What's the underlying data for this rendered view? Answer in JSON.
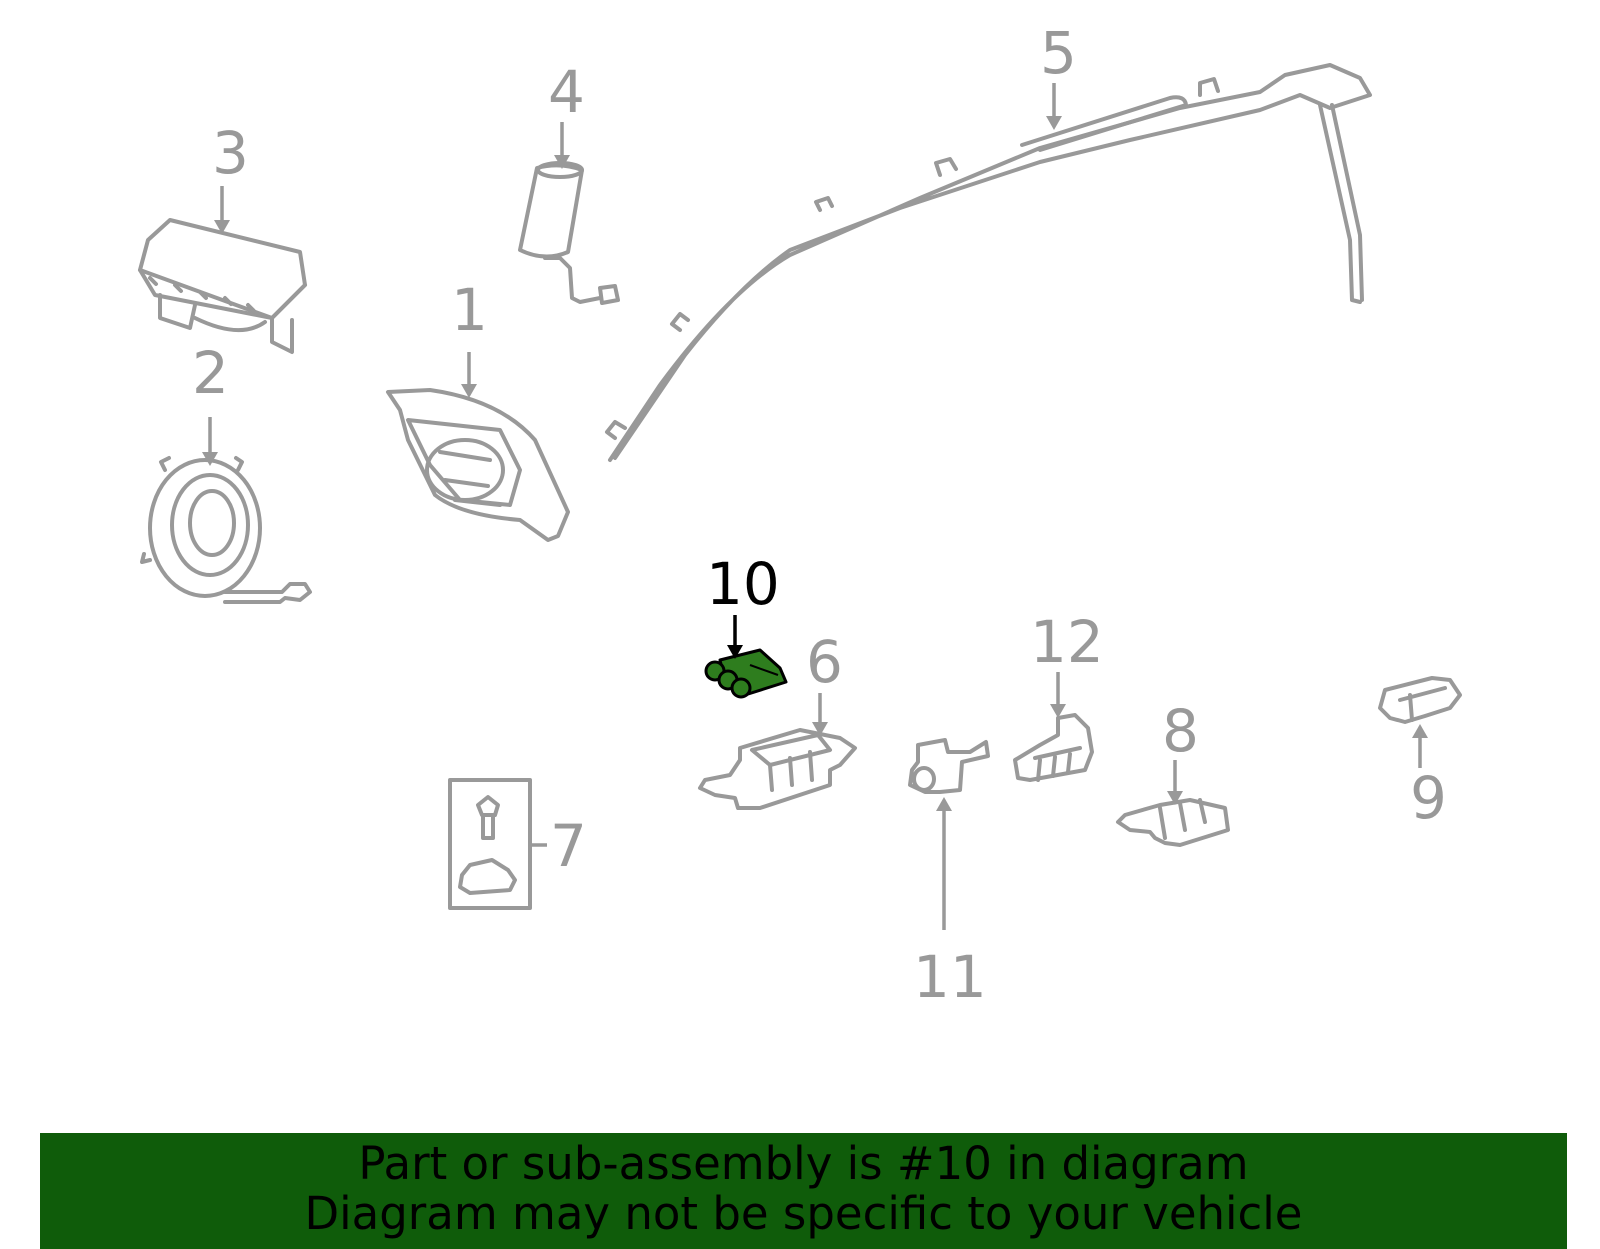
{
  "callouts": {
    "c1": "1",
    "c2": "2",
    "c3": "3",
    "c4": "4",
    "c5": "5",
    "c6": "6",
    "c7": "7",
    "c8": "8",
    "c9": "9",
    "c10": "10",
    "c11": "11",
    "c12": "12"
  },
  "highlighted_part": "10",
  "colors": {
    "line_gray": "#999999",
    "highlight_green": "#2e7d1e",
    "banner_green": "#0f5c0a",
    "text_black": "#000000"
  },
  "banner": {
    "line1": "Part or sub-assembly is #10 in diagram",
    "line2": "Diagram may not be specific to your vehicle"
  }
}
